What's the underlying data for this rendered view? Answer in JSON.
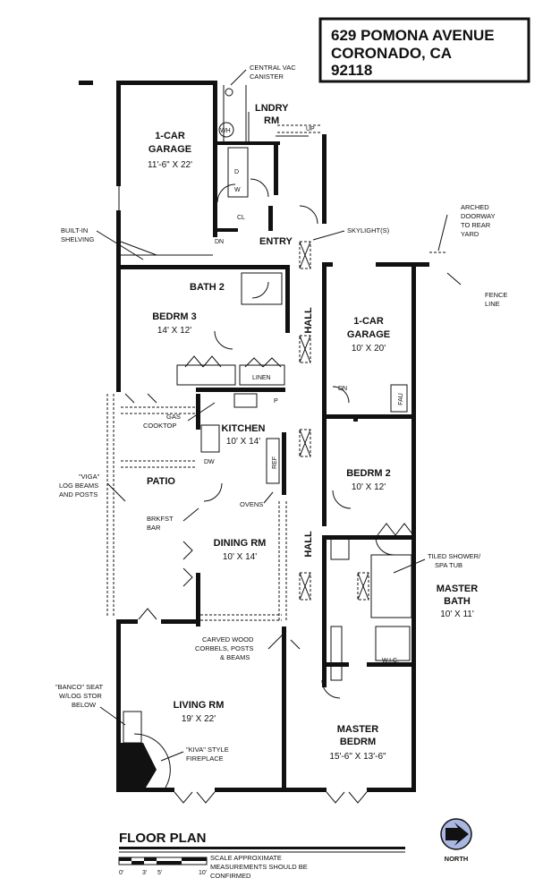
{
  "address": {
    "line1": "629 POMONA AVENUE",
    "line2": "CORONADO, CA",
    "line3": "92118"
  },
  "rooms": {
    "garage1": {
      "name_line1": "1-CAR",
      "name_line2": "GARAGE",
      "dims": "11'-6\" X 22'"
    },
    "laundry": {
      "name_line1": "LNDRY",
      "name_line2": "RM"
    },
    "entry": {
      "name": "ENTRY"
    },
    "bath2": {
      "name": "BATH 2"
    },
    "bedroom3": {
      "name": "BEDRM 3",
      "dims": "14' X 12'"
    },
    "hall_upper": {
      "name": "HALL"
    },
    "hall_lower": {
      "name": "HALL"
    },
    "garage2": {
      "name_line1": "1-CAR",
      "name_line2": "GARAGE",
      "dims": "10' X 20'"
    },
    "kitchen": {
      "name": "KITCHEN",
      "dims": "10' X 14'"
    },
    "patio": {
      "name": "PATIO"
    },
    "bedroom2": {
      "name": "BEDRM 2",
      "dims": "10' X 12'"
    },
    "dining": {
      "name": "DINING RM",
      "dims": "10' X 14'"
    },
    "master_bath": {
      "name_line1": "MASTER",
      "name_line2": "BATH",
      "dims": "10' X 11'"
    },
    "living": {
      "name": "LIVING RM",
      "dims": "19' X 22'"
    },
    "master_bedroom": {
      "name_line1": "MASTER",
      "name_line2": "BEDRM",
      "dims": "15'-6\" X 13'-6\""
    }
  },
  "fixtures": {
    "wh": "WH",
    "d": "D",
    "w": "W",
    "cl": "CL",
    "up": "UP",
    "dn_entry": "DN",
    "dn_garage": "DN",
    "linen": "LINEN",
    "p": "P",
    "dw": "DW",
    "ref": "REF",
    "fau": "FAU",
    "wic": "W.I.C."
  },
  "notes": {
    "central_vac": [
      "CENTRAL VAC",
      "CANISTER"
    ],
    "built_in": [
      "BUILT-IN",
      "SHELVING"
    ],
    "skylights": "SKYLIGHT(S)",
    "arched": [
      "ARCHED",
      "DOORWAY",
      "TO REAR",
      "YARD"
    ],
    "fence": [
      "FENCE",
      "LINE"
    ],
    "gas": [
      "GAS",
      "COOKTOP"
    ],
    "viga": [
      "\"VIGA\"",
      "LOG BEAMS",
      "AND POSTS"
    ],
    "brkfst": [
      "BRKFST",
      "BAR"
    ],
    "ovens": "OVENS",
    "tiled": [
      "TILED SHOWER/",
      "SPA TUB"
    ],
    "carved": [
      "CARVED WOOD",
      "CORBELS, POSTS",
      "& BEAMS"
    ],
    "banco": [
      "\"BANCO\" SEAT",
      "W/LOG STOR",
      "BELOW"
    ],
    "kiva": [
      "\"KIVA\" STYLE",
      "FIREPLACE"
    ]
  },
  "footer": {
    "title": "FLOOR PLAN",
    "scale_note": "SCALE APPROXIMATE",
    "measure_line1": "MEASUREMENTS SHOULD BE",
    "measure_line2": "CONFIRMED",
    "scale_ticks": [
      "0'",
      "3'",
      "5'",
      "10'"
    ],
    "north": "NORTH"
  }
}
